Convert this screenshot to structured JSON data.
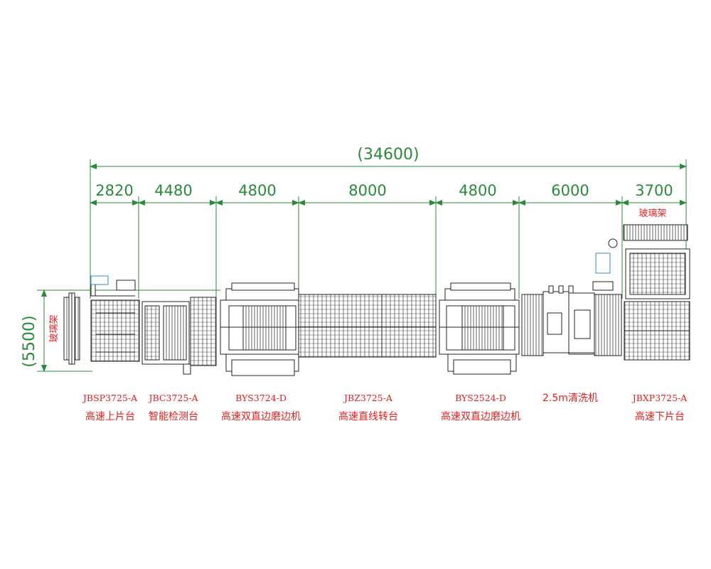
{
  "total_dimension": "(34600)",
  "height_dimension": "(5500)",
  "segments": [
    "2820",
    "4480",
    "4800",
    "8000",
    "4800",
    "6000",
    "3700"
  ],
  "rack_left": "玻璃架",
  "rack_right": "玻璃架",
  "labels": [
    {
      "model": "JBSP3725-A",
      "name": "高速上片台"
    },
    {
      "model": "JBC3725-A",
      "name": "智能检测台"
    },
    {
      "model": "BYS3724-D",
      "name": "高速双直边磨边机"
    },
    {
      "model": "JBZ3725-A",
      "name": "高速直线转台"
    },
    {
      "model": "BYS2524-D",
      "name": "高速双直边磨边机"
    },
    {
      "model": "2.5m清洗机",
      "name": ""
    },
    {
      "model": "JBXP3725-A",
      "name": "高速下片台"
    }
  ],
  "colors": {
    "dimension": "#2a8a3a",
    "label": "#e02020",
    "drawing": "#222222",
    "tag": "#3a8ad0"
  }
}
